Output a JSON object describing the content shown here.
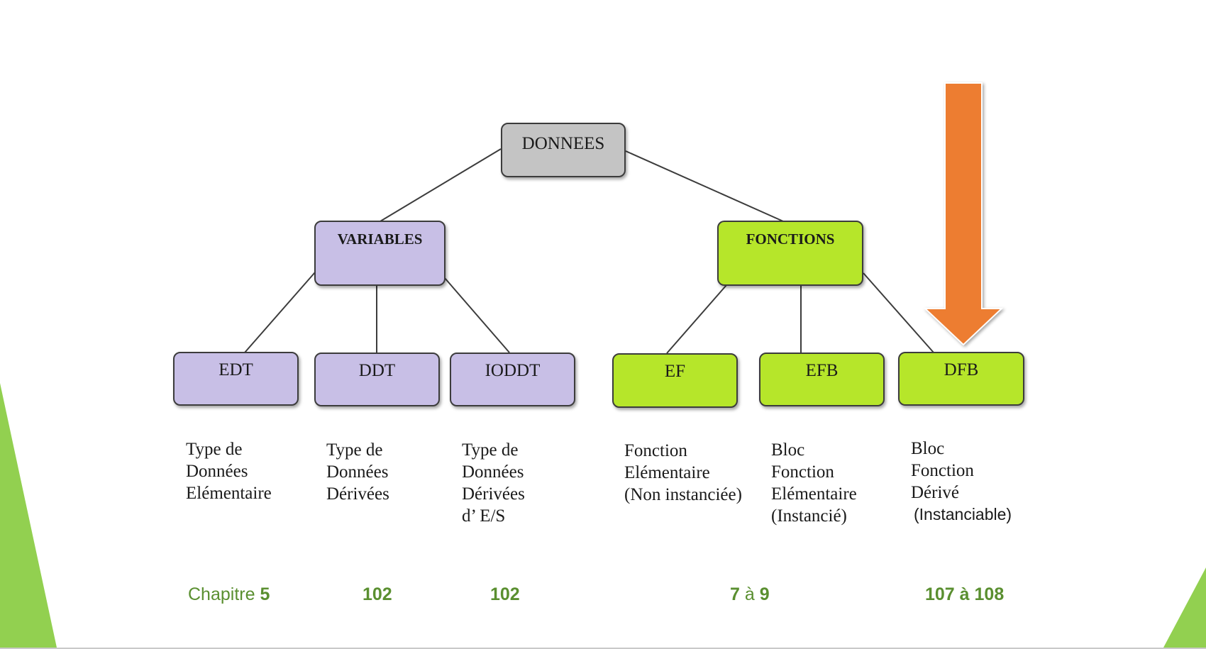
{
  "diagram": {
    "root": {
      "label": "DONNEES"
    },
    "branches": [
      {
        "label": "VARIABLES",
        "children": [
          {
            "label": "EDT",
            "description": [
              "Type de",
              "Données",
              "Elémentaire"
            ]
          },
          {
            "label": "DDT",
            "description": [
              "Type de",
              "Données",
              "Dérivées"
            ]
          },
          {
            "label": "IODDT",
            "description": [
              "Type de",
              "Données",
              "Dérivées",
              "d’ E/S"
            ]
          }
        ]
      },
      {
        "label": "FONCTIONS",
        "children": [
          {
            "label": "EF",
            "description": [
              "Fonction",
              "Elémentaire",
              "(Non instanciée)"
            ]
          },
          {
            "label": "EFB",
            "description": [
              "Bloc",
              "Fonction",
              "Elémentaire",
              "(Instancié)"
            ]
          },
          {
            "label": "DFB",
            "description": [
              "Bloc",
              "Fonction",
              "Dérivé",
              "(Instanciable)"
            ]
          }
        ]
      }
    ]
  },
  "references": [
    {
      "prefix": "Chapitre ",
      "value": "5"
    },
    {
      "prefix": "",
      "value": "102"
    },
    {
      "prefix": "",
      "value": "102"
    },
    {
      "prefix": "",
      "from": "7",
      "sep": " à ",
      "to": "9"
    },
    {
      "prefix": "",
      "value": "107 à 108"
    }
  ],
  "colors": {
    "root_fill": "#c4c4c4",
    "variables_fill": "#c8bfe6",
    "fonctions_fill": "#b6e62a",
    "arrow": "#ed7d31",
    "reference_text": "#5a8f30",
    "slide_accent": "#92d050"
  },
  "highlight": {
    "target": "DFB",
    "marker": "down-arrow-icon"
  }
}
